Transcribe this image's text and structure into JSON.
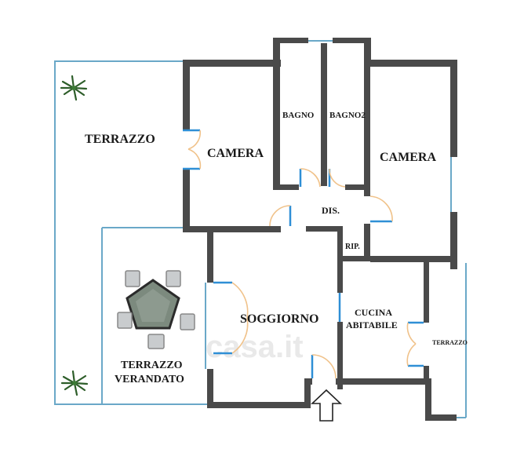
{
  "floorplan": {
    "rooms": {
      "terrazzo_large": "TERRAZZO",
      "camera_left": "CAMERA",
      "bagno": "BAGNO",
      "bagno2": "BAGNO2",
      "camera_right": "CAMERA",
      "dis": "DIS.",
      "rip": "RIP.",
      "soggiorno": "SOGGIORNO",
      "cucina_line1": "CUCINA",
      "cucina_line2": "ABITABILE",
      "terrazzo_small": "TERRAZZO",
      "verandato_line1": "TERRAZZO",
      "verandato_line2": "VERANDATO"
    },
    "watermark": "casa.it",
    "entrance_icon": "entrance-arrow-icon",
    "colors": {
      "wall": "#4a4a4a",
      "glass": "#6aa8c8",
      "door_leaf": "#2f8fd6",
      "door_swing": "#f0c28a"
    }
  }
}
